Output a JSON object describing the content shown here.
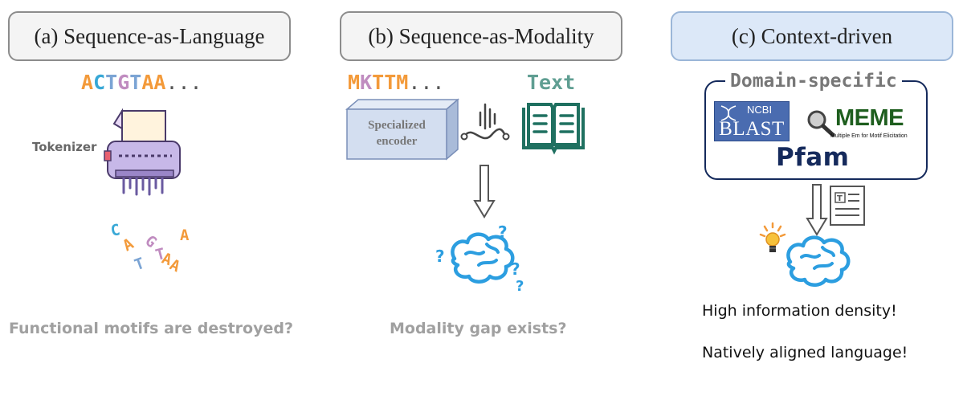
{
  "panels": {
    "a": {
      "title": "(a) Sequence-as-Language",
      "sequence": [
        "A",
        "C",
        "T",
        "G",
        "T",
        "A",
        "A",
        "..."
      ],
      "tokenizer_label": "Tokenizer",
      "scattered_letters": [
        "C",
        "A",
        "A",
        "G",
        "T",
        "A",
        "T",
        "A"
      ],
      "caption": "Functional motifs are destroyed?"
    },
    "b": {
      "title": "(b) Sequence-as-Modality",
      "sequence": [
        "M",
        "K",
        "T",
        "T",
        "M",
        "..."
      ],
      "text_label": "Text",
      "encoder_label": "Specialized encoder",
      "caption": "Modality gap exists?",
      "question_marks": [
        "?",
        "?",
        "?",
        "?"
      ]
    },
    "c": {
      "title": "(c) Context-driven",
      "group_label": "Domain-specific",
      "tools": {
        "ncbi": "NCBI",
        "blast": "BLAST",
        "meme": "MEME",
        "meme_sub": "Multiple Em for Motif Elicitation",
        "pfam": "Pfam"
      },
      "notes": [
        "High information density!",
        "Natively aligned language!"
      ]
    }
  },
  "colors": {
    "A": "#f39a3a",
    "C": "#38a8d6",
    "T": "#7ba4d4",
    "G": "#c08cc0",
    "M": "#f39a3a",
    "K": "#c08cc0",
    "text_green": "#5f9e92",
    "brain": "#2c9ee0",
    "box_border": "#8c8c8c",
    "header_c_bg": "#dce8f8",
    "navy": "#152a5c",
    "caption_grey": "#a0a0a0"
  }
}
